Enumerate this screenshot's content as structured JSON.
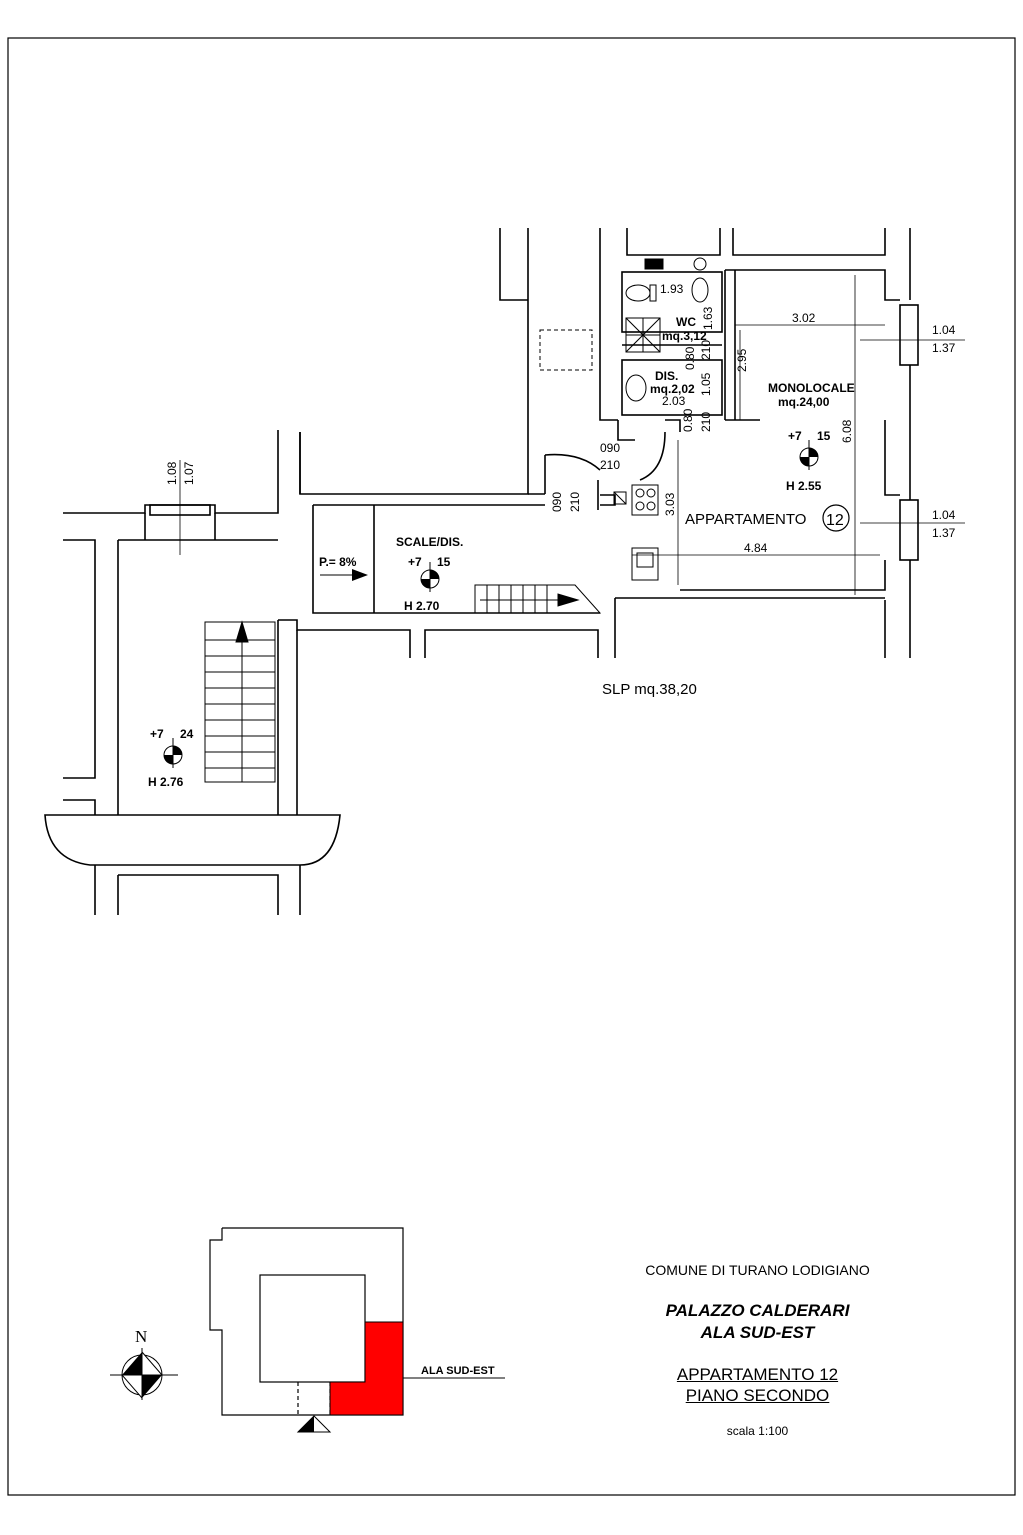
{
  "plan": {
    "wc": {
      "name": "WC",
      "area": "mq.3,12"
    },
    "dis": {
      "name": "DIS.",
      "area": "mq.2,02"
    },
    "monolocale": {
      "name": "MONOLOCALE",
      "area": "mq.24,00",
      "level": "+7",
      "level_sub": "15",
      "height": "H 2.55"
    },
    "appartamento_label": "APPARTAMENTO",
    "appartamento_number": "12",
    "scale_dis": {
      "name": "SCALE/DIS.",
      "level": "+7",
      "level_sub": "15",
      "height": "H 2.70"
    },
    "ramp": "P.= 8%",
    "stair_landing": {
      "level": "+7",
      "level_sub": "24",
      "height": "H 2.76"
    },
    "slp": "SLP  mq.38,20",
    "dimensions": {
      "d193": "1.93",
      "d163": "1.63",
      "d302": "3.02",
      "d295": "2.95",
      "d203": "2.03",
      "d105": "1.05",
      "d210a": "210",
      "d080a": "0.80",
      "d080b": "0.80",
      "d210b": "210",
      "d608": "6.08",
      "d303": "3.03",
      "d484": "4.84",
      "d104a": "1.04",
      "d137a": "1.37",
      "d104b": "1.04",
      "d137b": "1.37",
      "d108": "1.08",
      "d107": "1.07",
      "door1_w": "090",
      "door1_h": "210",
      "door2_w": "090",
      "door2_h": "210"
    }
  },
  "keyplan": {
    "north": "N",
    "wing_label": "ALA SUD-EST",
    "highlight_color": "#ff0000"
  },
  "cartouche": {
    "comune": "COMUNE DI TURANO LODIGIANO",
    "building_line1": "PALAZZO CALDERARI",
    "building_line2": "ALA SUD-EST",
    "apartment": "APPARTAMENTO 12",
    "floor": "PIANO SECONDO",
    "scale": "scala 1:100"
  }
}
